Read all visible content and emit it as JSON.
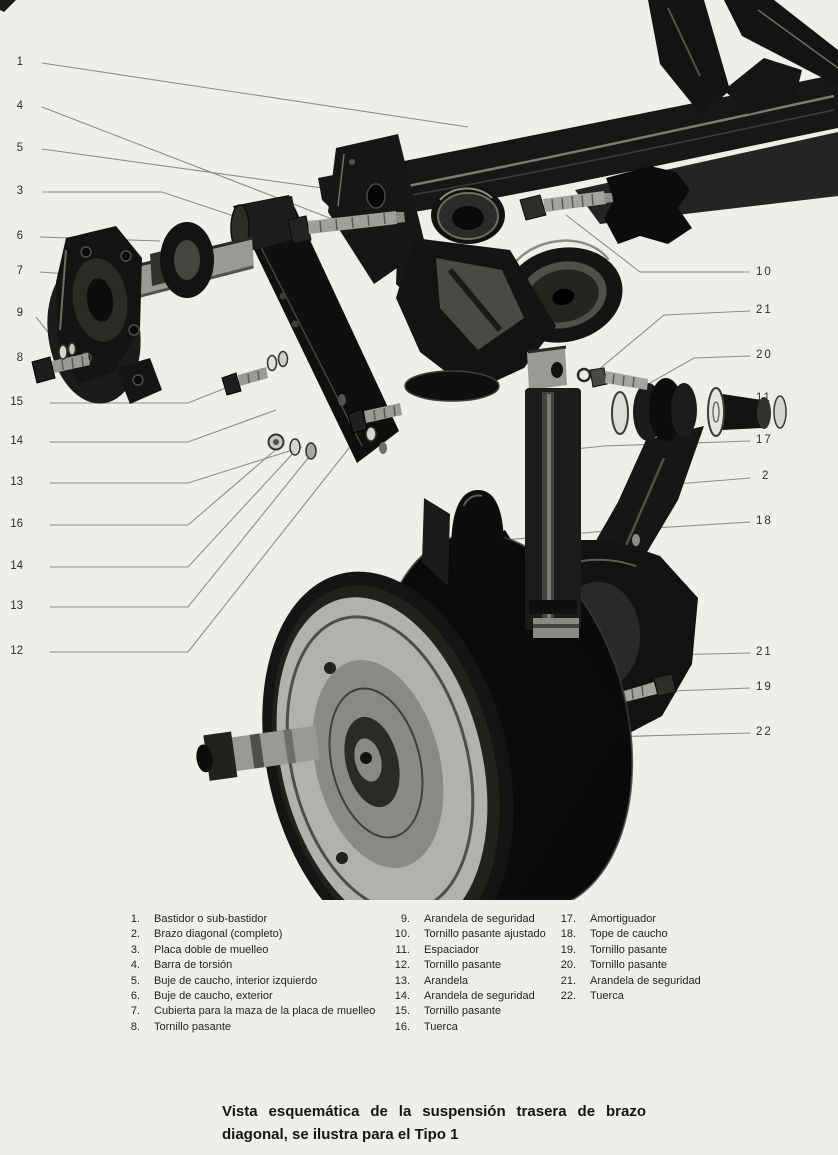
{
  "colors": {
    "page_bg": "#f0eeea",
    "ink": "#141412",
    "leader_line": "#8e8c86"
  },
  "figure": {
    "callouts": {
      "left": [
        {
          "n": "1"
        },
        {
          "n": "4"
        },
        {
          "n": "5"
        },
        {
          "n": "3"
        },
        {
          "n": "6"
        },
        {
          "n": "7"
        },
        {
          "n": "9"
        },
        {
          "n": "8"
        },
        {
          "n": "15"
        },
        {
          "n": "14"
        },
        {
          "n": "13"
        },
        {
          "n": "16"
        },
        {
          "n": "14"
        },
        {
          "n": "13"
        },
        {
          "n": "12"
        }
      ],
      "right": [
        {
          "n": "10"
        },
        {
          "n": "21"
        },
        {
          "n": "20"
        },
        {
          "n": "11"
        },
        {
          "n": "17"
        },
        {
          "n": "2"
        },
        {
          "n": "18"
        },
        {
          "n": "21"
        },
        {
          "n": "19"
        },
        {
          "n": "22"
        }
      ]
    }
  },
  "parts_list": {
    "columns": [
      [
        {
          "n": "1.",
          "label": "Bastidor o sub-bastidor"
        },
        {
          "n": "2.",
          "label": "Brazo diagonal (completo)"
        },
        {
          "n": "3.",
          "label": "Placa doble de muelleo"
        },
        {
          "n": "4.",
          "label": "Barra de torsión"
        },
        {
          "n": "5.",
          "label": "Buje de caucho, interior izquierdo"
        },
        {
          "n": "6.",
          "label": "Buje de caucho, exterior"
        },
        {
          "n": "7.",
          "label": "Cubierta para la maza de la placa de muelleo"
        },
        {
          "n": "8.",
          "label": "Tornillo pasante"
        }
      ],
      [
        {
          "n": "9.",
          "label": "Arandela de seguridad"
        },
        {
          "n": "10.",
          "label": "Tornillo pasante ajustado"
        },
        {
          "n": "11.",
          "label": "Espaciador"
        },
        {
          "n": "12.",
          "label": "Tornillo pasante"
        },
        {
          "n": "13.",
          "label": "Arandela"
        },
        {
          "n": "14.",
          "label": "Arandela de seguridad"
        },
        {
          "n": "15.",
          "label": "Tornillo pasante"
        },
        {
          "n": "16.",
          "label": "Tuerca"
        }
      ],
      [
        {
          "n": "17.",
          "label": "Amortiguador"
        },
        {
          "n": "18.",
          "label": "Tope de caucho"
        },
        {
          "n": "19.",
          "label": "Tornillo pasante"
        },
        {
          "n": "20.",
          "label": "Tornillo pasante"
        },
        {
          "n": "21.",
          "label": "Arandela de seguridad"
        },
        {
          "n": "22.",
          "label": "Tuerca"
        }
      ]
    ]
  },
  "caption": {
    "line1": "Vista esquemática de la suspensión trasera de brazo",
    "line2": "diagonal, se ilustra para el Tipo 1"
  }
}
